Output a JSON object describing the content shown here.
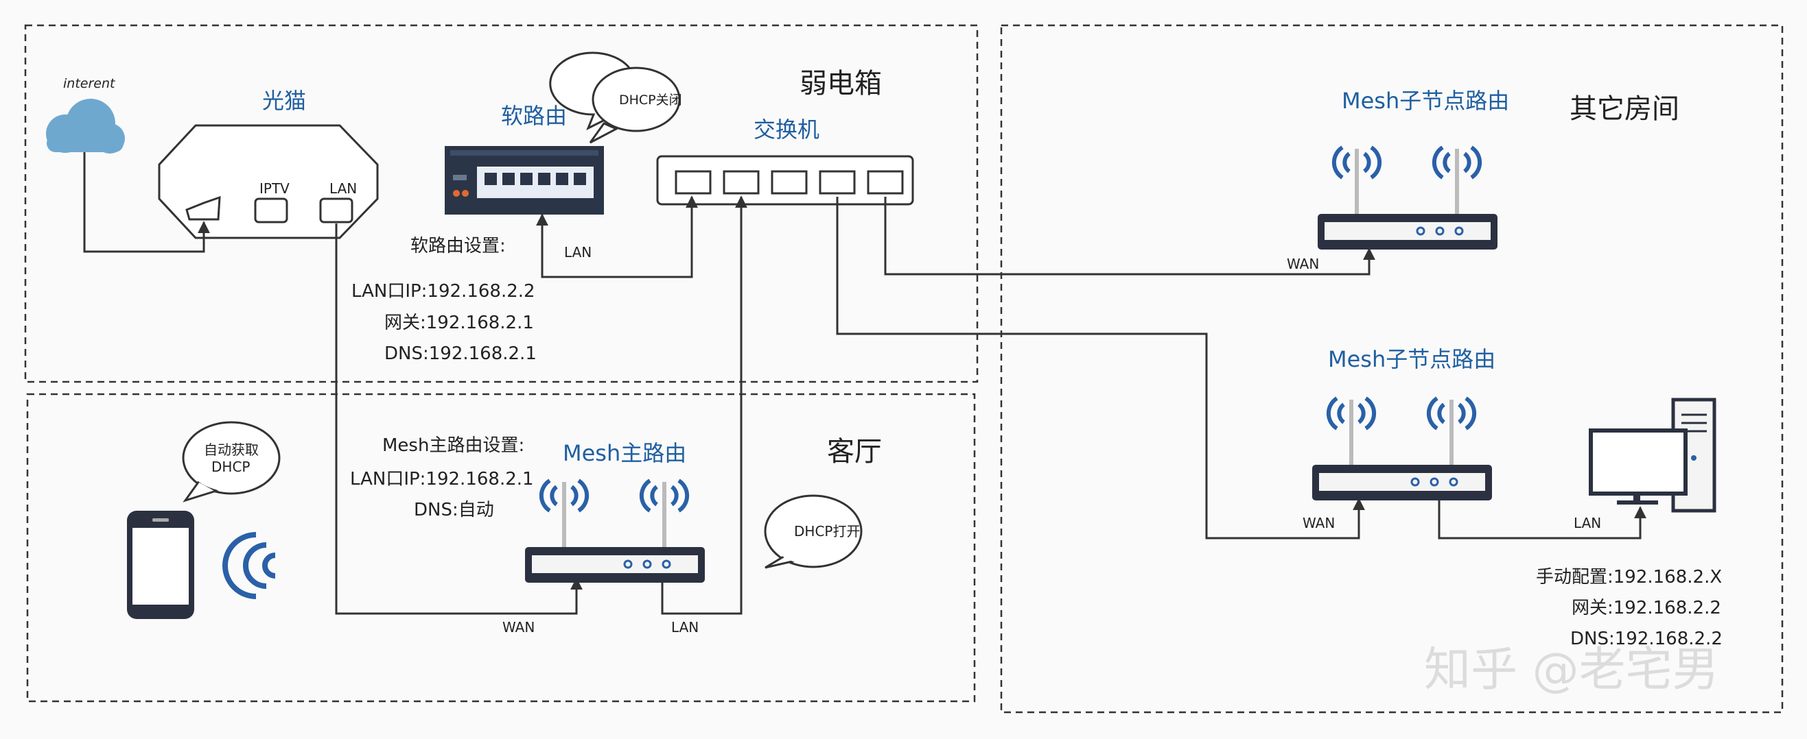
{
  "regions": {
    "weak_box": "弱电箱",
    "living_room": "客厅",
    "other_rooms": "其它房间"
  },
  "modem": {
    "cloud_label": "interent",
    "title": "光猫",
    "port_iptv": "IPTV",
    "port_lan": "LAN"
  },
  "soft_router": {
    "title": "软路由",
    "bubble": "DHCP关闭",
    "lan_label": "LAN",
    "settings_title": "软路由设置:",
    "lan_ip": "LAN口IP:192.168.2.2",
    "gateway": "网关:192.168.2.1",
    "dns": "DNS:192.168.2.1"
  },
  "switch": {
    "title": "交换机"
  },
  "mesh_main": {
    "title": "Mesh主路由",
    "settings_title": "Mesh主路由设置:",
    "lan_ip": "LAN口IP:192.168.2.1",
    "dns": "DNS:自动",
    "bubble": "DHCP打开",
    "wan_label": "WAN",
    "lan_label": "LAN"
  },
  "phone": {
    "bubble_line1": "自动获取",
    "bubble_line2": "DHCP"
  },
  "mesh_node_1": {
    "title": "Mesh子节点路由",
    "wan_label": "WAN"
  },
  "mesh_node_2": {
    "title": "Mesh子节点路由",
    "wan_label": "WAN",
    "lan_label": "LAN"
  },
  "pc": {
    "manual": "手动配置:192.168.2.X",
    "gateway": "网关:192.168.2.2",
    "dns": "DNS:192.168.2.2"
  },
  "watermark": "知乎 @老宅男",
  "colors": {
    "title_blue": "#1f5fa0",
    "cloud": "#6fa8cf",
    "antenna_wave": "#2a60a8"
  }
}
